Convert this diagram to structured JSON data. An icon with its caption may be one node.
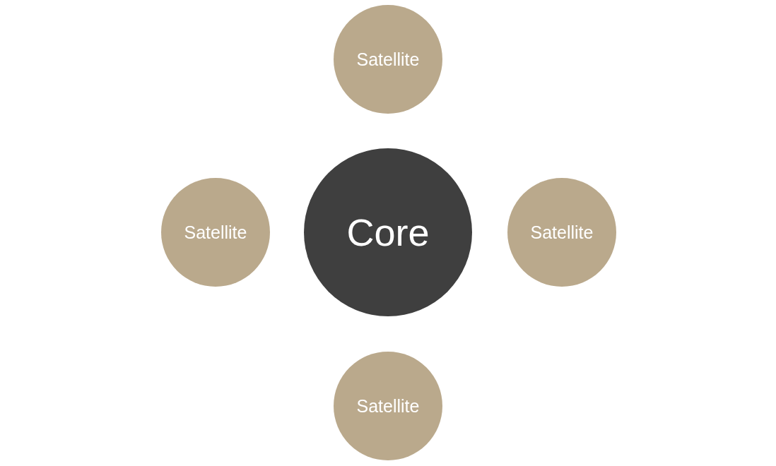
{
  "diagram": {
    "nodes": [
      {
        "text": [
          "Satellite"
        ]
      },
      {
        "text": [
          "Satellite"
        ]
      },
      {
        "text": [
          "Core"
        ]
      },
      {
        "text": [
          "Satellite"
        ]
      },
      {
        "text": [
          "Satellite"
        ]
      }
    ]
  }
}
